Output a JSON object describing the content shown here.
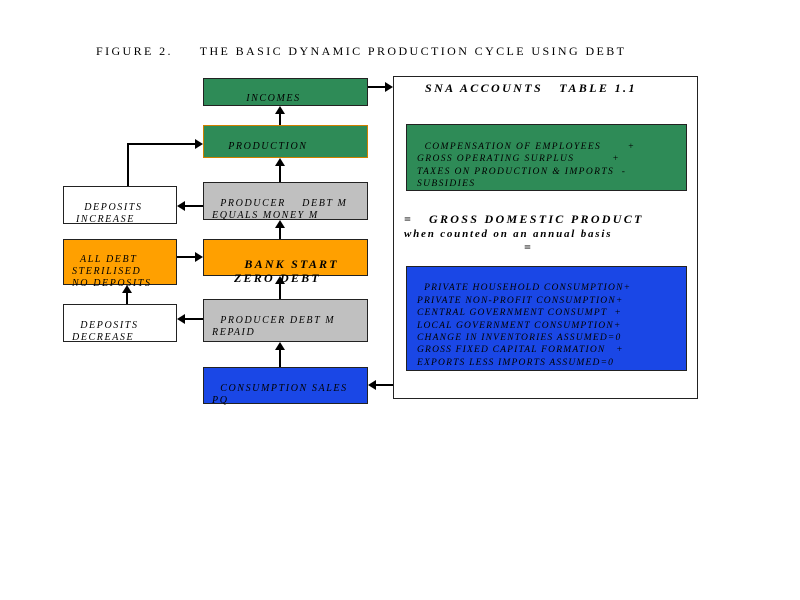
{
  "caption": "FIGURE 2.     THE BASIC DYNAMIC PRODUCTION CYCLE USING DEBT",
  "boxes": {
    "incomes": "INCOMES",
    "production": "PRODUCTION",
    "producer_debt": "PRODUCER    DEBT M\nEQUALS MONEY M",
    "bank_start": "BANK START\nZERO DEBT",
    "producer_repaid": "PRODUCER DEBT M\nREPAID",
    "consumption_sales": "CONSUMPTION SALES\nPQ",
    "deposits_increase": "DEPOSITS\nINCREASE",
    "all_debt_sterilised": "ALL DEBT\nSTERILISED\nNO DEPOSITS",
    "deposits_decrease": "DEPOSITS\nDECREASE"
  },
  "sna": {
    "title": "SNA ACCOUNTS   TABLE 1.1",
    "income_items": "COMPENSATION OF EMPLOYEES       +\nGROSS OPERATING SURPLUS          +\nTAXES ON PRODUCTION & IMPORTS  -\nSUBSIDIES",
    "gdp_line": "=   GROSS DOMESTIC PRODUCT",
    "annual_line": "when counted on an annual basis",
    "equals": "=",
    "expenditure_items": "PRIVATE HOUSEHOLD CONSUMPTION+\nPRIVATE NON-PROFIT CONSUMPTION+\nCENTRAL GOVERNMENT CONSUMPT  +\nLOCAL GOVERNMENT CONSUMPTION+\nCHANGE IN INVENTORIES ASSUMED=0\nGROSS FIXED CAPITAL FORMATION   +\nEXPORTS LESS IMPORTS ASSUMED=0"
  },
  "colors": {
    "green": "#2e8b57",
    "grey": "#c0c0c0",
    "orange": "#ffa000",
    "blue": "#1a47e6"
  }
}
